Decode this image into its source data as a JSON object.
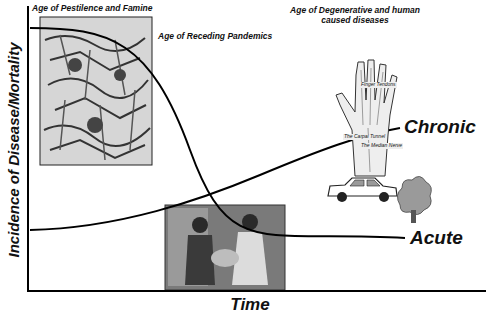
{
  "diagram": {
    "labels": [
      "Age of Pestilence and Famine",
      "Age of Receding Pandemics",
      "Age of Degenerative and human caused diseases",
      "Chronic",
      "Acute",
      "Incidence of Disease/Mortality",
      "Time",
      "Finger Tendons",
      "The Carpal Tunnel",
      "The Median Nerve"
    ]
  }
}
